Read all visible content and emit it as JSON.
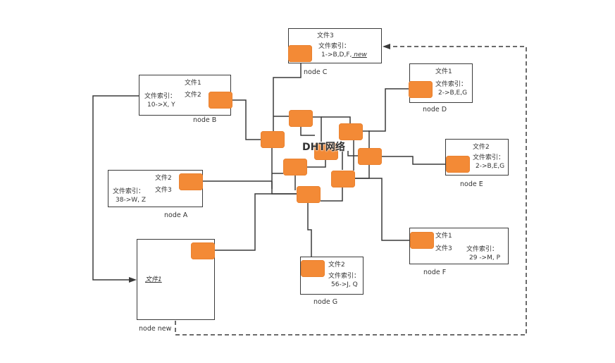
{
  "diagram": {
    "title": "DHT网络",
    "accent_color": "#f38a36",
    "nodes": {
      "A": {
        "label": "node A",
        "files": [
          "文件2",
          "文件3"
        ],
        "index_label": "文件索引：",
        "index_value": "38->W, Z"
      },
      "B": {
        "label": "node B",
        "files": [
          "文件1",
          "文件2"
        ],
        "index_label": "文件索引：",
        "index_value": "10->X, Y"
      },
      "C": {
        "label": "node C",
        "files": [
          "文件3"
        ],
        "index_label": "文件索引：",
        "index_value": "1->B,D,F,",
        "index_new": " new"
      },
      "D": {
        "label": "node D",
        "files": [
          "文件1"
        ],
        "index_label": "文件索引：",
        "index_value": "2->B,E,G"
      },
      "E": {
        "label": "node E",
        "files": [
          "文件2"
        ],
        "index_label": "文件索引：",
        "index_value": "2->B,E,G"
      },
      "F": {
        "label": "node F",
        "files": [
          "文件1",
          "文件3"
        ],
        "index_label": "文件索引：",
        "index_value": "29 ->M, P"
      },
      "G": {
        "label": "node G",
        "files": [
          "文件2"
        ],
        "index_label": "文件索引：",
        "index_value": "56->J, Q"
      },
      "new": {
        "label": "node new",
        "files": [
          "文件1"
        ]
      }
    }
  }
}
